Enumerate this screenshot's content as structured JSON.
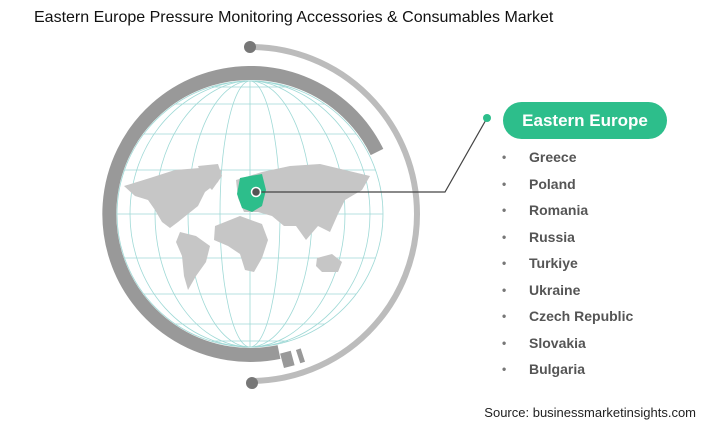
{
  "title": "Eastern Europe Pressure Monitoring Accessories & Consumables Market",
  "region_label": "Eastern Europe",
  "countries": [
    "Greece",
    "Poland",
    "Romania",
    "Russia",
    "Turkiye",
    "Ukraine",
    "Czech Republic",
    "Slovakia",
    "Bulgaria"
  ],
  "source": "Source: businessmarketinsights.com",
  "colors": {
    "accent": "#2dbe8b",
    "ring": "#999999",
    "land": "#c6c6c6",
    "grid": "#9fd9d6"
  }
}
